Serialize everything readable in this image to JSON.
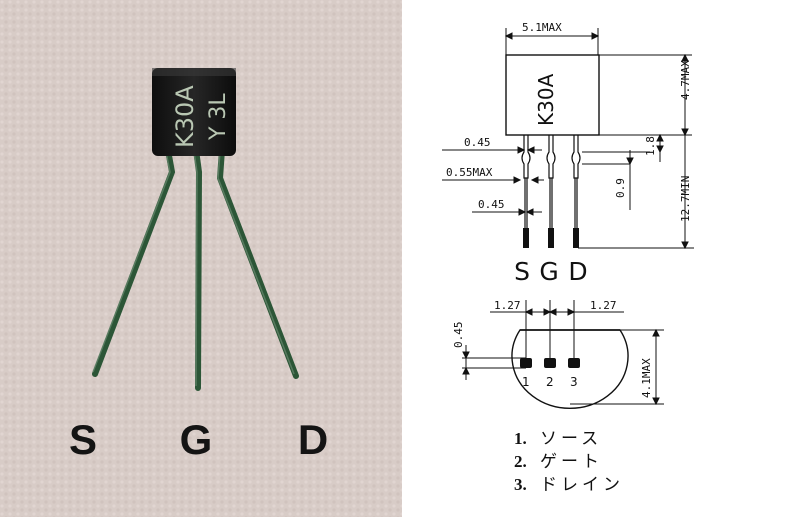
{
  "photo": {
    "body_marking_line1": "K30A",
    "body_marking_line2": "Y 3L",
    "pin_labels": [
      "S",
      "G",
      "D"
    ]
  },
  "diagram": {
    "pin_labels": [
      "S",
      "G",
      "D"
    ],
    "dimensions": {
      "body_width": "5.1MAX",
      "body_height": "4.7MAX",
      "lead_width_top": "0.45",
      "lead_shoulder_width": "0.55MAX",
      "lead_width_bottom": "0.45",
      "shoulder_height": "1.8",
      "shoulder_offset": "0.9",
      "lead_length": "12.7MIN",
      "pitch_left": "1.27",
      "pitch_right": "1.27",
      "flat_offset": "0.45",
      "depth": "4.1MAX"
    },
    "body_marking": "K30A",
    "bottom_pin_numbers": [
      "1",
      "2",
      "3"
    ]
  },
  "legend": [
    {
      "num": "1.",
      "name": "ソース"
    },
    {
      "num": "2.",
      "name": "ゲート"
    },
    {
      "num": "3.",
      "name": "ドレイン"
    }
  ],
  "colors": {
    "fabric": "#d8cbc7",
    "body": "#171717",
    "marking": "#b9c7b3",
    "lead": "#2f5b3a"
  }
}
